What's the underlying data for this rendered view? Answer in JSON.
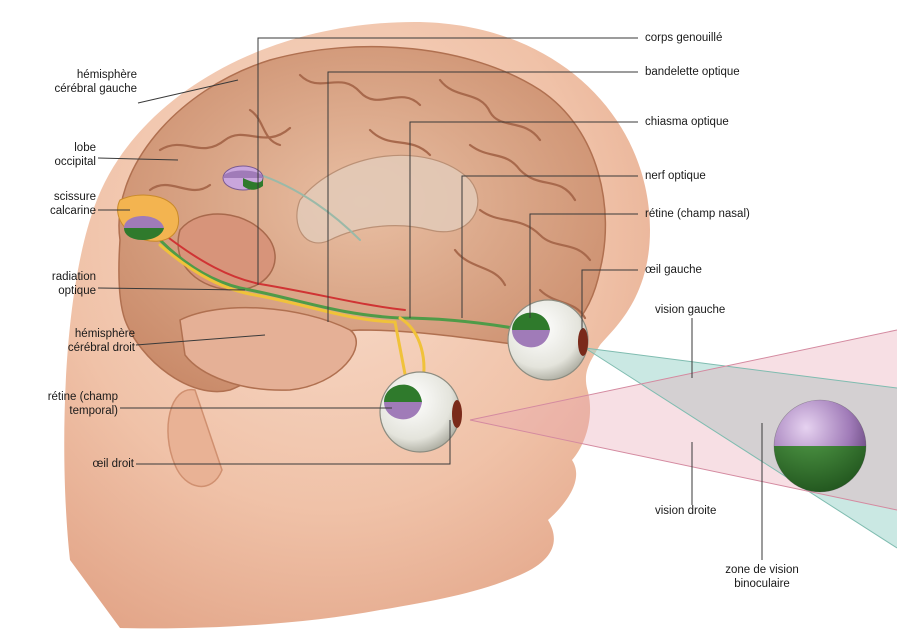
{
  "labels": {
    "corps_genouille": "corps genouillé",
    "bandelette_optique": "bandelette optique",
    "chiasma_optique": "chiasma optique",
    "nerf_optique": "nerf optique",
    "retine_champ_nasal": "rétine (champ nasal)",
    "oeil_gauche": "œil gauche",
    "vision_gauche": "vision gauche",
    "vision_droite": "vision droite",
    "zone_vision_binoculaire_1": "zone de vision",
    "zone_vision_binoculaire_2": "binoculaire",
    "hemisphere_gauche_1": "hémisphère",
    "hemisphere_gauche_2": "cérébral gauche",
    "lobe_occipital_1": "lobe",
    "lobe_occipital_2": "occipital",
    "scissure_calcarine_1": "scissure",
    "scissure_calcarine_2": "calcarine",
    "radiation_optique_1": "radiation",
    "radiation_optique_2": "optique",
    "hemisphere_droit_1": "hémisphère",
    "hemisphere_droit_2": "cérébral droit",
    "retine_champ_temporal_1": "rétine (champ",
    "retine_champ_temporal_2": "temporal)",
    "oeil_droit": "œil droit"
  },
  "colors": {
    "skin": "#f3c9b1",
    "skin_shadow": "#e2a487",
    "brain": "#d9a484",
    "brain_fold": "#b57356",
    "leader_line": "#3a3a3a",
    "tract_green": "#4f9b48",
    "tract_yellow": "#f0c23a",
    "tract_red": "#d03434",
    "field_teal": "#9fd6cc",
    "field_pink": "#e8a3b2",
    "sphere_purple": "#a07bb8",
    "sphere_green": "#2f7a2c"
  }
}
